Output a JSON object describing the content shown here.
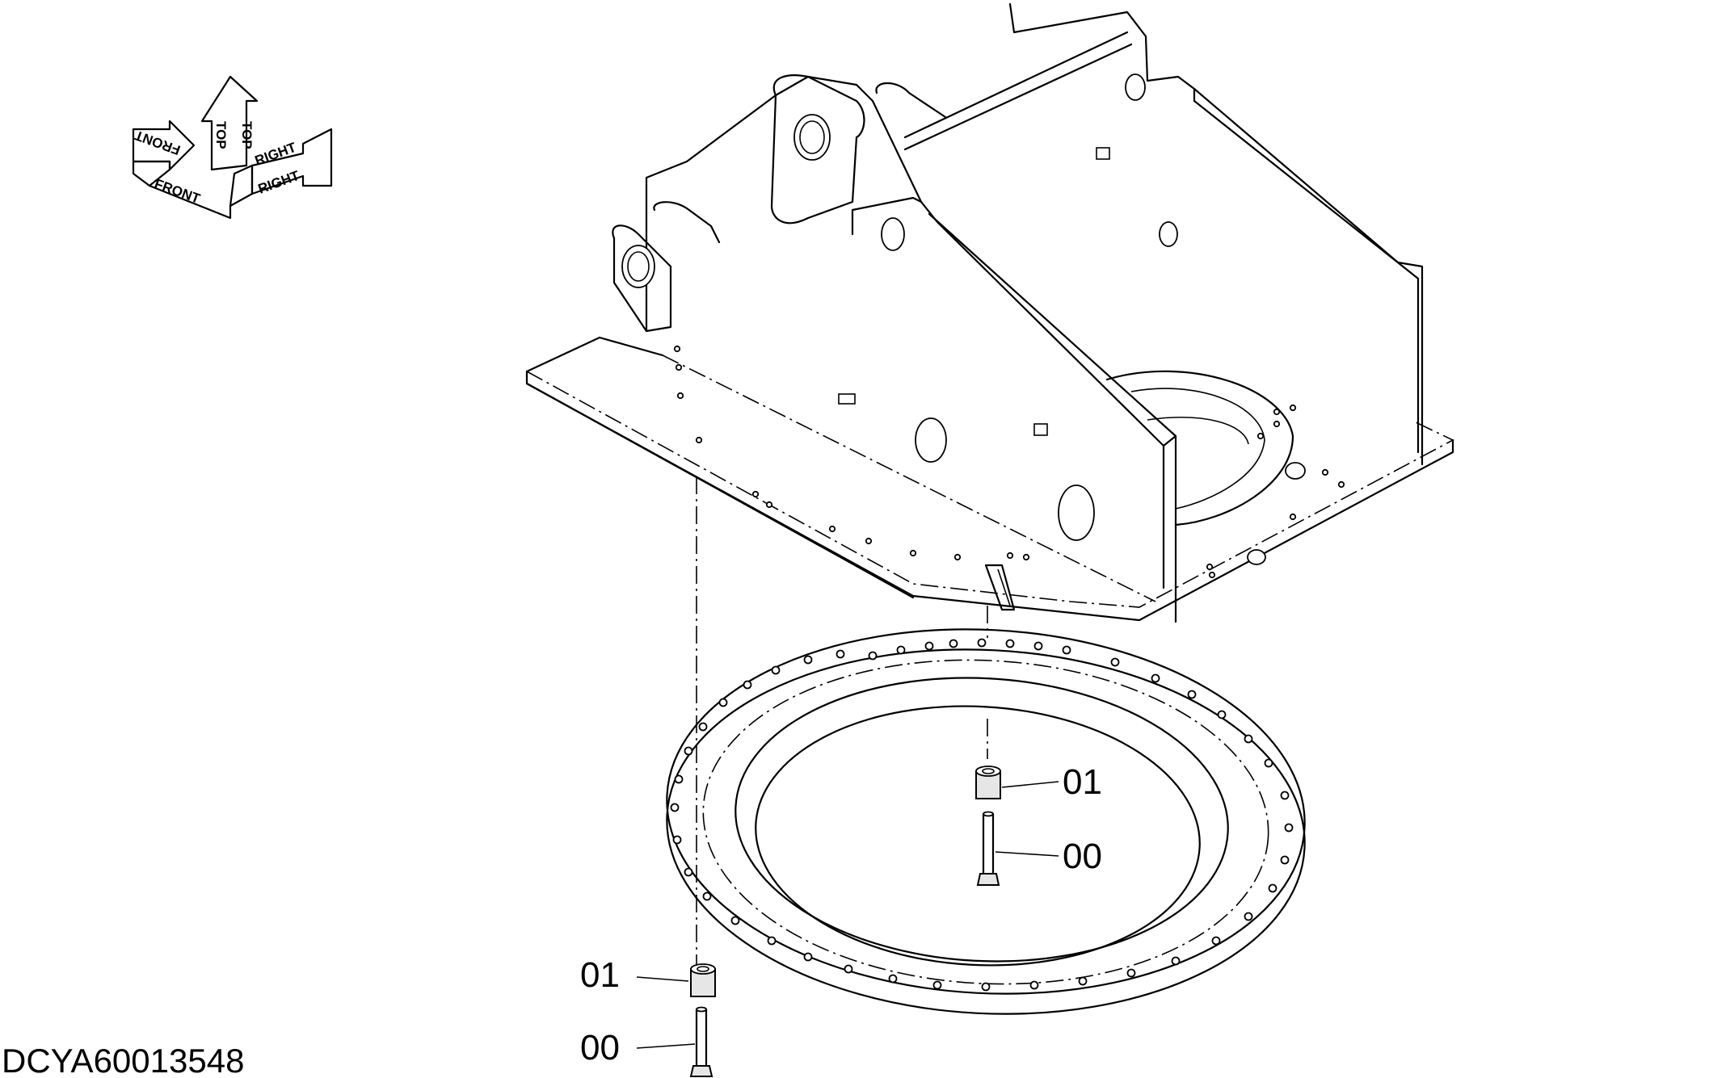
{
  "orientation_indicator": {
    "front_label": "FRONT",
    "top_label": "TOP",
    "right_label": "RIGHT"
  },
  "callouts": [
    {
      "id": "upper-spacer",
      "label": "01"
    },
    {
      "id": "upper-bolt",
      "label": "00"
    },
    {
      "id": "lower-spacer",
      "label": "01"
    },
    {
      "id": "lower-bolt",
      "label": "00"
    }
  ],
  "drawing_code": "DCYA60013548"
}
